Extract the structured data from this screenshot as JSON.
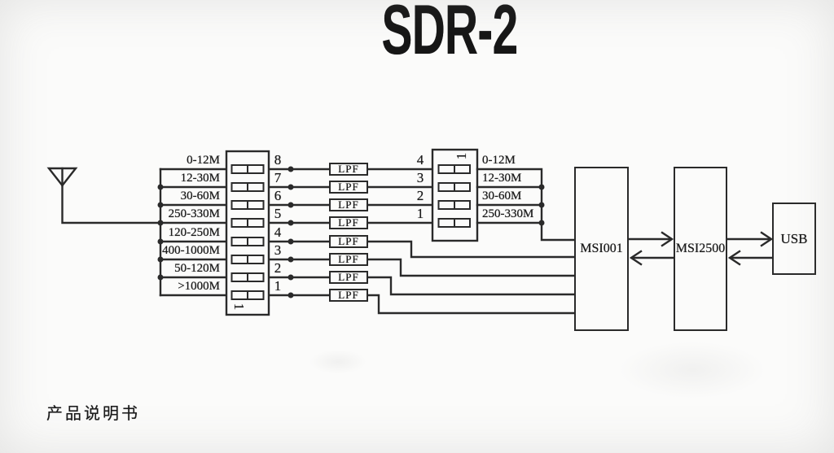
{
  "title": "SDR-2",
  "footer_note": "产品说明书",
  "filter_bank": {
    "band_labels_left": [
      "0-12M",
      "12-30M",
      "30-60M",
      "250-330M",
      "120-250M",
      "400-1000M",
      "50-120M",
      ">1000M"
    ],
    "switch_pins_left": [
      "8",
      "7",
      "6",
      "5",
      "4",
      "3",
      "2",
      "1"
    ],
    "lpf_label": "LPF",
    "switch_pins_right": [
      "4",
      "3",
      "2",
      "1"
    ],
    "band_labels_right": [
      "0-12M",
      "12-30M",
      "30-60M",
      "250-330M"
    ],
    "pin1_marker": "1"
  },
  "chips": {
    "tuner": "MSI001",
    "adc": "MSI2500",
    "usb": "USB"
  },
  "colors": {
    "line": "#2a2a2a",
    "text": "#1b1b1b",
    "background": "#fbfbfa"
  }
}
